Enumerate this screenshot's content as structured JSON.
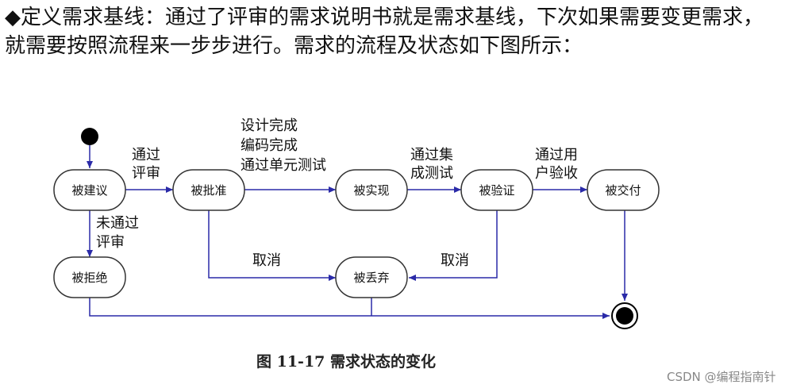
{
  "intro": {
    "bullet": "◆",
    "text": "定义需求基线：通过了评审的需求说明书就是需求基线，下次如果需要变更需求，就需要按照流程来一步步进行。需求的流程及状态如下图所示："
  },
  "states": {
    "proposed": "被建议",
    "approved": "被批准",
    "implemented": "被实现",
    "verified": "被验证",
    "delivered": "被交付",
    "rejected": "被拒绝",
    "discarded": "被丢弃"
  },
  "transitions": {
    "pass_review": [
      "通过",
      "评审"
    ],
    "design_done": [
      "设计完成",
      "编码完成",
      "通过单元测试"
    ],
    "pass_integration": [
      "通过集",
      "成测试"
    ],
    "pass_acceptance": [
      "通过用",
      "户验收"
    ],
    "fail_review": [
      "未通过",
      "评审"
    ],
    "cancel_left": "取消",
    "cancel_right": "取消"
  },
  "caption": "图  11-17  需求状态的变化",
  "watermark": "CSDN @编程指南针",
  "colors": {
    "line": "#2a2aa8",
    "state_border": "#333333",
    "node": "#000000"
  }
}
